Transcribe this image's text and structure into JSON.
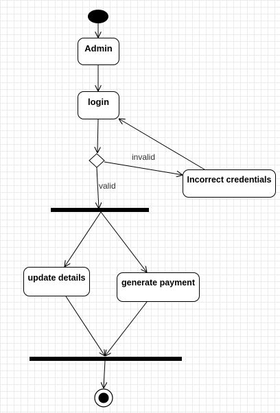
{
  "diagram": {
    "nodes": {
      "admin": "Admin",
      "login": "login",
      "incorrect": "Incorrect credentials",
      "update": "update details",
      "payment": "generate payment"
    },
    "edges": {
      "invalid": "invalid",
      "valid": "valid"
    }
  }
}
